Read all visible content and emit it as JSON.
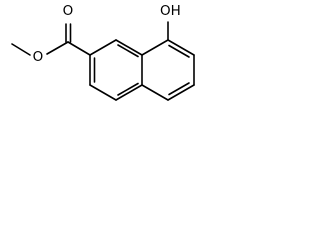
{
  "molecule": {
    "atoms": {
      "carbonyl_oxygen": "O",
      "ester_oxygen": "O",
      "hydroxyl": "OH"
    }
  },
  "colors": {
    "bond": "#000000",
    "label": "#000000",
    "background": "#ffffff"
  }
}
